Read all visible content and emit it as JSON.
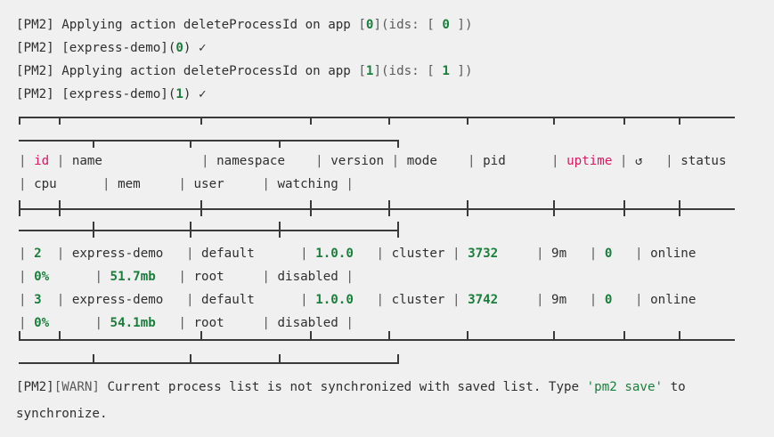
{
  "terminal": {
    "background_color": "#f0f0f0",
    "text_color": "#2f2f2f",
    "accent_green": "#1a7f3c",
    "accent_red": "#d81b60",
    "dim_color": "#5a5a5a",
    "rule_color": "#3a3a3a"
  },
  "log": {
    "lines": [
      {
        "prefix": "[PM2] ",
        "text_a": "Applying action deleteProcessId on app ",
        "bracket_open": "[",
        "id": "0",
        "bracket_close": "](ids: [ ",
        "id2": "0",
        "tail": " ])"
      },
      {
        "prefix": "[PM2] ",
        "text_a": "[express-demo](",
        "id": "0",
        "tail": ") ",
        "check": "✓"
      },
      {
        "prefix": "[PM2] ",
        "text_a": "Applying action deleteProcessId on app ",
        "bracket_open": "[",
        "id": "1",
        "bracket_close": "](ids: [ ",
        "id2": "1",
        "tail": " ])"
      },
      {
        "prefix": "[PM2] ",
        "text_a": "[express-demo](",
        "id": "1",
        "tail": ") ",
        "check": "✓"
      }
    ]
  },
  "table": {
    "headers_row1": [
      "id",
      "name",
      "namespace",
      "version",
      "mode",
      "pid",
      "uptime",
      "↺",
      "status"
    ],
    "headers_row2": [
      "cpu",
      "mem",
      "user",
      "watching"
    ],
    "header_highlight": [
      "id",
      "uptime"
    ],
    "rows": [
      {
        "id": "2",
        "name": "express-demo",
        "namespace": "default",
        "version": "1.0.0",
        "mode": "cluster",
        "pid": "3732",
        "uptime": "9m",
        "restarts": "0",
        "status": "online",
        "cpu": "0%",
        "mem": "51.7mb",
        "user": "root",
        "watching": "disabled"
      },
      {
        "id": "3",
        "name": "express-demo",
        "namespace": "default",
        "version": "1.0.0",
        "mode": "cluster",
        "pid": "3742",
        "uptime": "9m",
        "restarts": "0",
        "status": "online",
        "cpu": "0%",
        "mem": "54.1mb",
        "user": "root",
        "watching": "disabled"
      }
    ]
  },
  "warning": {
    "tag_pm2": "[PM2]",
    "tag_warn": "[WARN]",
    "text_a": " Current process list is not synchronized with saved list. Type ",
    "command": "'pm2 save'",
    "text_b": " to",
    "text_c": "synchronize."
  }
}
